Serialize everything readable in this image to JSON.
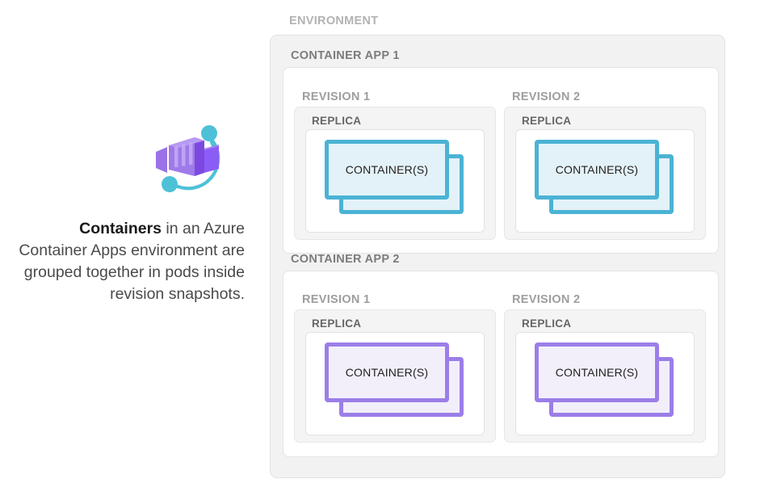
{
  "caption": {
    "emphasis": "Containers",
    "rest": " in an Azure Container Apps environment are grouped together in pods inside revision snapshots."
  },
  "icon": {
    "name": "azure-container-apps-icon",
    "ring_color": "#4ec1d8",
    "box_color": "#8b5cf6"
  },
  "diagram": {
    "environment_label": "ENVIRONMENT",
    "container_label": "CONTAINER(S)",
    "replica_label": "REPLICA",
    "apps": [
      {
        "label": "CONTAINER APP 1",
        "accent": "#4bb3d4",
        "fill": "#e3f2f8",
        "revisions": [
          {
            "label": "REVISION 1"
          },
          {
            "label": "REVISION 2"
          }
        ]
      },
      {
        "label": "CONTAINER APP 2",
        "accent": "#9b7ee8",
        "fill": "#f2effb",
        "revisions": [
          {
            "label": "REVISION 1"
          },
          {
            "label": "REVISION 2"
          }
        ]
      }
    ]
  }
}
